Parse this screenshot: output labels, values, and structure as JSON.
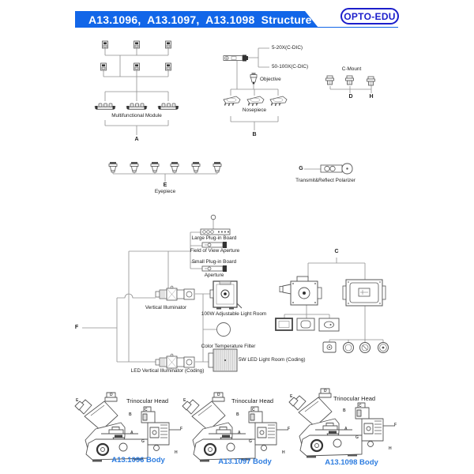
{
  "header": {
    "title": "A13.1096,  A13.1097,  A13.1098  Structure",
    "logo": "OPTO-EDU"
  },
  "labels": {
    "multifunctional_module": "Multifunctional Module",
    "letter_a": "A",
    "dic_low": "5-20X(C-DIC)",
    "dic_high": "50-100X(C-DIC)",
    "objective": "Objective",
    "nosepiece": "Nosepiece",
    "letter_b": "B",
    "c_mount": "C-Mount",
    "letter_d": "D",
    "letter_h": "H",
    "letter_e": "E",
    "eyepiece": "Eyepiece",
    "letter_g": "G",
    "polarizer": "Transmit&Reflect Polarizer",
    "large_board": "Large Plug-in Board",
    "fov_aperture": "Field of View Aperture",
    "small_board": "Small Plug-in Board",
    "aperture": "Aperture",
    "letter_f": "F",
    "vertical_illuminator": "Vertical Illuminator",
    "light_room_100w": "100W Adjustable Light Room",
    "color_filter": "Color Temperature Filter",
    "led_illuminator": "LED Vertical Illuminator (Coding)",
    "led_room": "5W LED Light Room (Coding)",
    "letter_c": "C"
  },
  "bodies": [
    {
      "head": "Trinocular Head",
      "caption": "A13.1096 Body"
    },
    {
      "head": "Trinocular Head",
      "caption": "A13.1097 Body"
    },
    {
      "head": "Trinocular Head",
      "caption": "A13.1098 Body"
    }
  ],
  "callouts": {
    "e": "E",
    "d": "D",
    "b": "B",
    "c": "C",
    "f": "F",
    "g": "G",
    "h": "H",
    "a": "A"
  },
  "colors": {
    "banner": "#1266e8",
    "logo_blue": "#1c1ecb",
    "caption_blue": "#2e7de0",
    "line_gray": "#909090"
  }
}
